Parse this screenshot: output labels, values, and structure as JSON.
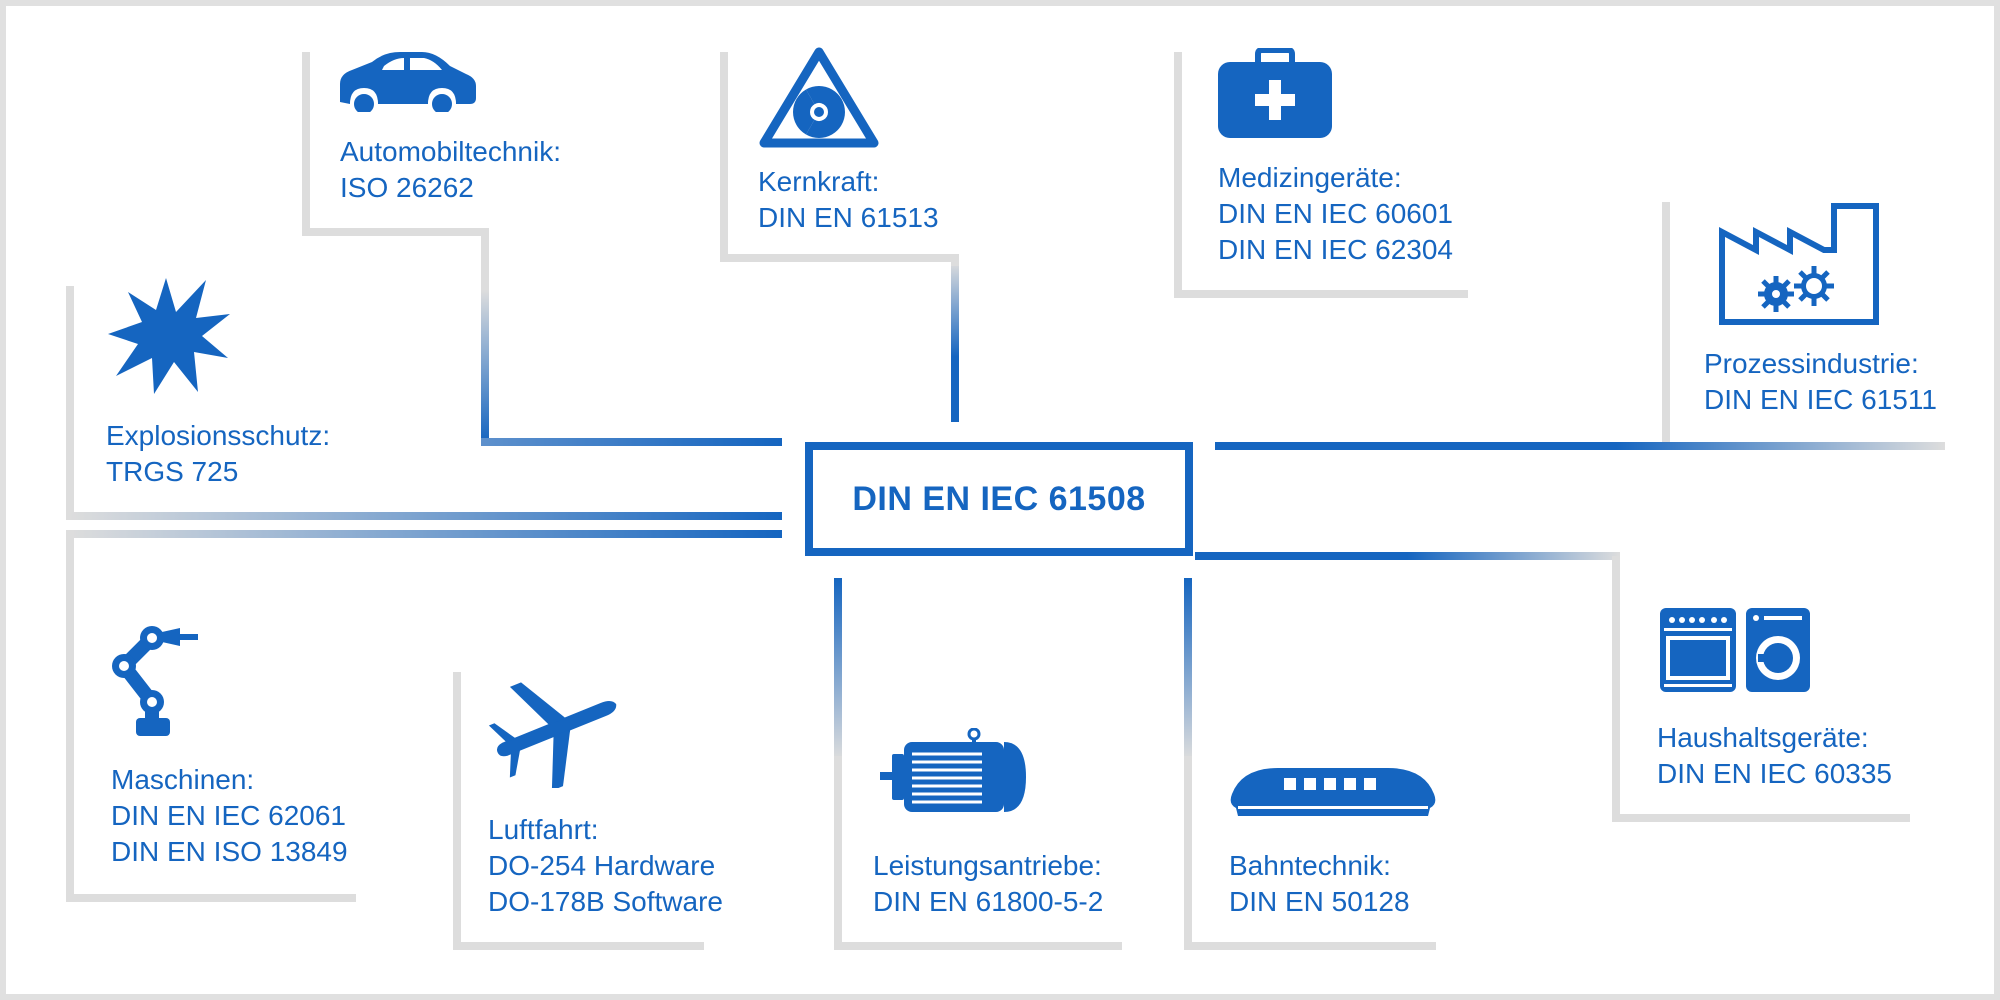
{
  "center": {
    "title": "DIN EN IEC 61508"
  },
  "domains": {
    "automotive": {
      "name": "Automobiltechnik:",
      "standards": [
        "ISO 26262"
      ],
      "icon": "car-icon"
    },
    "nuclear": {
      "name": "Kernkraft:",
      "standards": [
        "DIN EN 61513"
      ],
      "icon": "radiation-warning-icon"
    },
    "medical": {
      "name": "Medizingeräte:",
      "standards": [
        "DIN EN IEC 60601",
        "DIN EN IEC 62304"
      ],
      "icon": "first-aid-kit-icon"
    },
    "process": {
      "name": "Prozessindustrie:",
      "standards": [
        "DIN EN IEC 61511"
      ],
      "icon": "factory-icon"
    },
    "explosion": {
      "name": "Explosionsschutz:",
      "standards": [
        "TRGS 725"
      ],
      "icon": "explosion-icon"
    },
    "machines": {
      "name": "Maschinen:",
      "standards": [
        "DIN EN IEC 62061",
        "DIN EN ISO 13849"
      ],
      "icon": "robot-arm-icon"
    },
    "aviation": {
      "name": "Luftfahrt:",
      "standards": [
        "DO-254 Hardware",
        "DO-178B Software"
      ],
      "icon": "airplane-icon"
    },
    "drives": {
      "name": "Leistungsantriebe:",
      "standards": [
        "DIN EN 61800-5-2"
      ],
      "icon": "electric-motor-icon"
    },
    "rail": {
      "name": "Bahntechnik:",
      "standards": [
        "DIN EN 50128"
      ],
      "icon": "train-icon"
    },
    "household": {
      "name": "Haushaltsgeräte:",
      "standards": [
        "DIN EN IEC 60335"
      ],
      "icon": "household-appliances-icon"
    }
  },
  "colors": {
    "primary": "#1565c0",
    "connector_grey": "#dddddd",
    "frame": "#e0e0e0"
  }
}
